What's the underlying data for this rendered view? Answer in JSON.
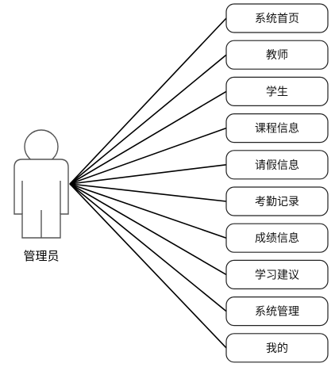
{
  "actor": {
    "label": "管理员"
  },
  "use_cases": [
    {
      "label": "系统首页"
    },
    {
      "label": "教师"
    },
    {
      "label": "学生"
    },
    {
      "label": "课程信息"
    },
    {
      "label": "请假信息"
    },
    {
      "label": "考勤记录"
    },
    {
      "label": "成绩信息"
    },
    {
      "label": "学习建议"
    },
    {
      "label": "系统管理"
    },
    {
      "label": "我的"
    }
  ]
}
